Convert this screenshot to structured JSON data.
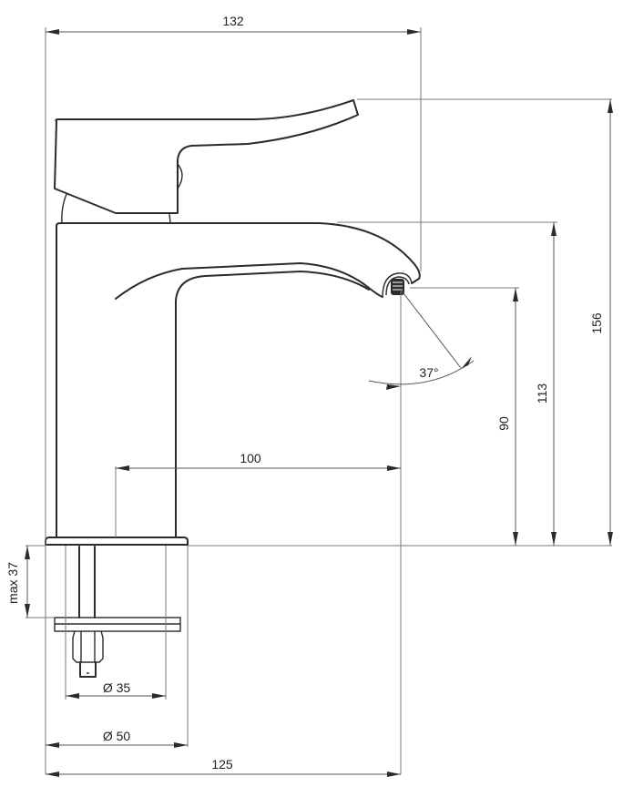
{
  "drawing": {
    "title": "Basin mixer tap - dimensional drawing",
    "units": "mm",
    "line_color": "#2b2b2b",
    "background": "#ffffff"
  },
  "dimensions": {
    "overall_width": {
      "value": "132",
      "orientation": "horizontal"
    },
    "total_height": {
      "value": "156",
      "orientation": "vertical"
    },
    "spout_top_height": {
      "value": "113",
      "orientation": "vertical"
    },
    "aerator_height": {
      "value": "90",
      "orientation": "vertical"
    },
    "spout_reach": {
      "value": "100",
      "orientation": "horizontal"
    },
    "aerator_angle": {
      "value": "37°",
      "orientation": "angular"
    },
    "max_counter_thickness": {
      "value": "max 37",
      "orientation": "vertical"
    },
    "mounting_hole_diameter": {
      "value": "Ø 35",
      "orientation": "horizontal"
    },
    "base_diameter": {
      "value": "Ø 50",
      "orientation": "horizontal"
    },
    "base_to_aerator": {
      "value": "125",
      "orientation": "horizontal"
    }
  },
  "parts": [
    {
      "name": "lever-handle"
    },
    {
      "name": "tap-body"
    },
    {
      "name": "spout"
    },
    {
      "name": "aerator"
    },
    {
      "name": "base-plate"
    },
    {
      "name": "threaded-rod"
    },
    {
      "name": "fixing-plate"
    },
    {
      "name": "fixing-nut"
    }
  ]
}
